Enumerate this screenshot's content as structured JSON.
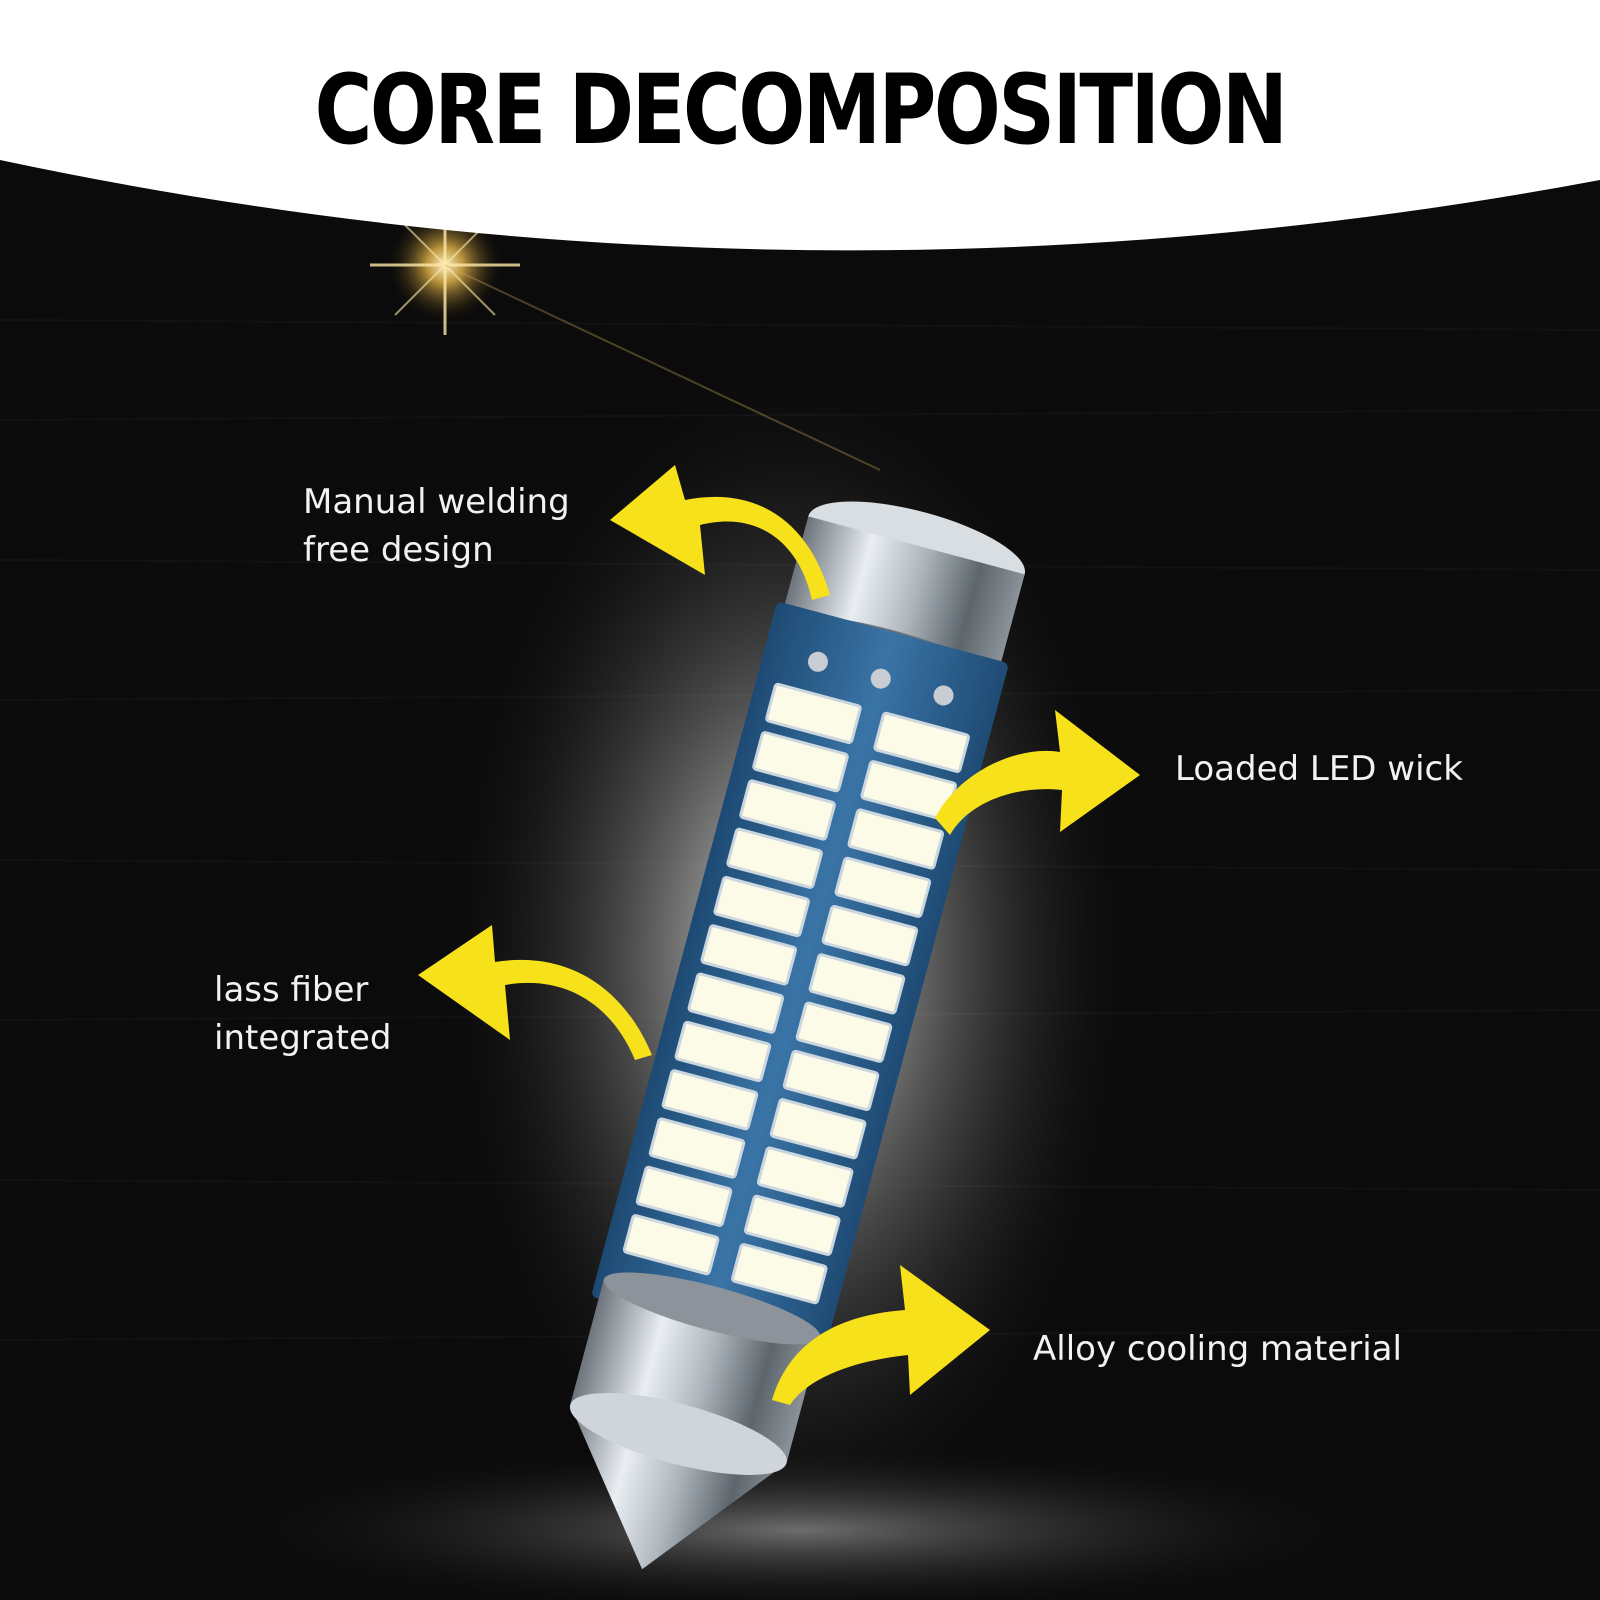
{
  "title": "CORE DECOMPOSITION",
  "labels": {
    "welding": {
      "line1": "Manual welding",
      "line2": "free design"
    },
    "led_wick": {
      "line1": "Loaded LED wick"
    },
    "fiber": {
      "line1": "lass fiber",
      "line2": "integrated"
    },
    "alloy": {
      "line1": "Alloy cooling material"
    }
  },
  "colors": {
    "arrow": "#f7e11a",
    "background": "#0b0b0b",
    "pcb": "#2a5b86",
    "led_chip": "#fbfbe8",
    "metal": "#b9c0c6",
    "header_band": "#ffffff"
  },
  "icons": {
    "arrows": "curved-arrow-icon",
    "bulb": "festoon-led-bulb-icon",
    "flare": "star-flare-icon"
  }
}
